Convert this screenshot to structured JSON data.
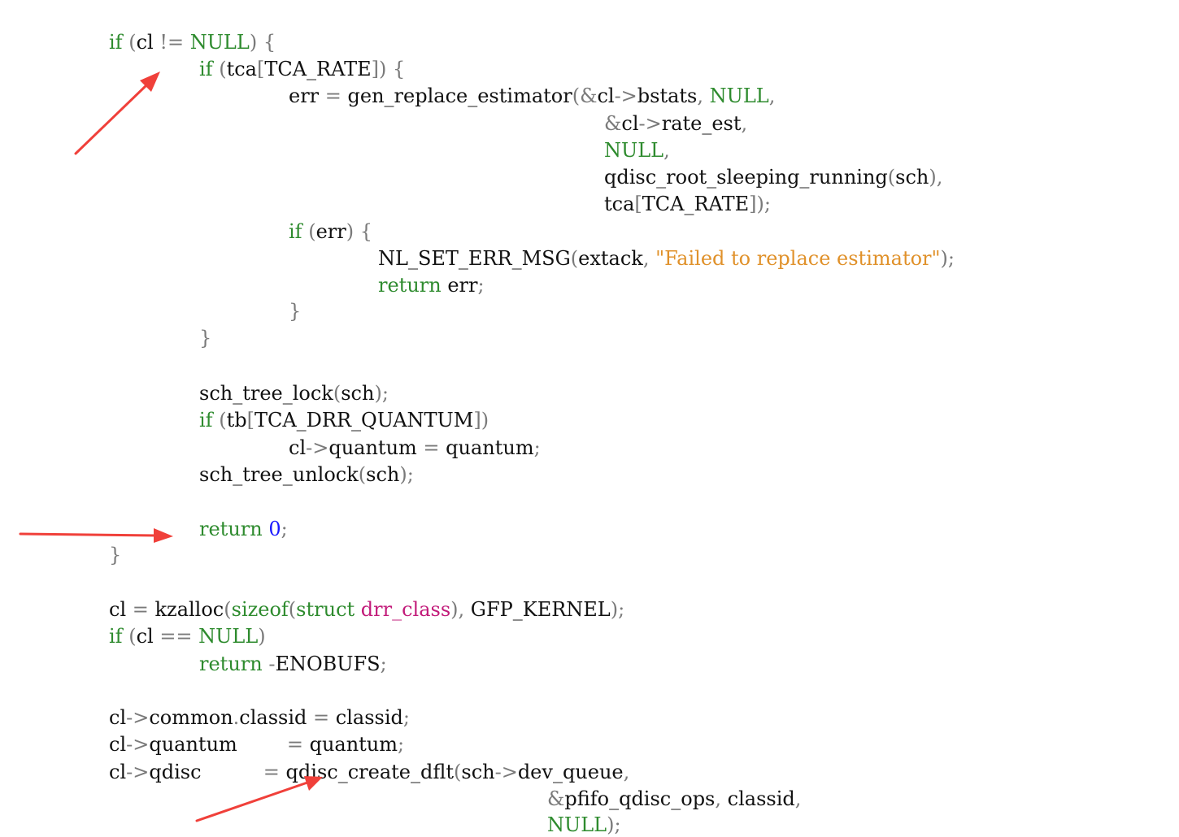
{
  "code_lines": [
    [
      [
        "kw",
        "if"
      ],
      [
        "pu",
        " ("
      ],
      [
        "tx",
        "cl"
      ],
      [
        "pu",
        " != "
      ],
      [
        "kw",
        "NULL"
      ],
      [
        "pu",
        ")"
      ],
      [
        "pu",
        " {"
      ]
    ],
    [
      [
        "kw",
        "if"
      ],
      [
        "pu",
        " ("
      ],
      [
        "tx",
        "tca"
      ],
      [
        "pu",
        "["
      ],
      [
        "tx",
        "TCA_RATE"
      ],
      [
        "pu",
        "])"
      ],
      [
        "pu",
        " {"
      ]
    ],
    [
      [
        "tx",
        "err"
      ],
      [
        "pu",
        " = "
      ],
      [
        "tx",
        "gen_replace_estimator"
      ],
      [
        "pu",
        "(&"
      ],
      [
        "tx",
        "cl"
      ],
      [
        "pu",
        "->"
      ],
      [
        "tx",
        "bstats"
      ],
      [
        "pu",
        ", "
      ],
      [
        "kw",
        "NULL"
      ],
      [
        "pu",
        ","
      ]
    ],
    [
      [
        "pu",
        "&"
      ],
      [
        "tx",
        "cl"
      ],
      [
        "pu",
        "->"
      ],
      [
        "tx",
        "rate_est"
      ],
      [
        "pu",
        ","
      ]
    ],
    [
      [
        "kw",
        "NULL"
      ],
      [
        "pu",
        ","
      ]
    ],
    [
      [
        "tx",
        "qdisc_root_sleeping_running"
      ],
      [
        "pu",
        "("
      ],
      [
        "tx",
        "sch"
      ],
      [
        "pu",
        "),"
      ]
    ],
    [
      [
        "tx",
        "tca"
      ],
      [
        "pu",
        "["
      ],
      [
        "tx",
        "TCA_RATE"
      ],
      [
        "pu",
        "]);"
      ]
    ],
    [
      [
        "kw",
        "if"
      ],
      [
        "pu",
        " ("
      ],
      [
        "tx",
        "err"
      ],
      [
        "pu",
        ")"
      ],
      [
        "pu",
        " {"
      ]
    ],
    [
      [
        "tx",
        "NL_SET_ERR_MSG"
      ],
      [
        "pu",
        "("
      ],
      [
        "tx",
        "extack"
      ],
      [
        "pu",
        ", "
      ],
      [
        "st",
        "\"Failed to replace estimator\""
      ],
      [
        "pu",
        ");"
      ]
    ],
    [
      [
        "kw",
        "return"
      ],
      [
        "tx",
        " err"
      ],
      [
        "pu",
        ";"
      ]
    ],
    [
      [
        "pu",
        "}"
      ]
    ],
    [
      [
        "pu",
        "}"
      ]
    ],
    [
      [
        "tx",
        "sch_tree_lock"
      ],
      [
        "pu",
        "("
      ],
      [
        "tx",
        "sch"
      ],
      [
        "pu",
        ");"
      ]
    ],
    [
      [
        "kw",
        "if"
      ],
      [
        "pu",
        " ("
      ],
      [
        "tx",
        "tb"
      ],
      [
        "pu",
        "["
      ],
      [
        "tx",
        "TCA_DRR_QUANTUM"
      ],
      [
        "pu",
        "])"
      ]
    ],
    [
      [
        "tx",
        "cl"
      ],
      [
        "pu",
        "->"
      ],
      [
        "tx",
        "quantum"
      ],
      [
        "pu",
        " = "
      ],
      [
        "tx",
        "quantum"
      ],
      [
        "pu",
        ";"
      ]
    ],
    [
      [
        "tx",
        "sch_tree_unlock"
      ],
      [
        "pu",
        "("
      ],
      [
        "tx",
        "sch"
      ],
      [
        "pu",
        ");"
      ]
    ],
    [
      [
        "kw",
        "return"
      ],
      [
        "pu",
        " "
      ],
      [
        "nm",
        "0"
      ],
      [
        "pu",
        ";"
      ]
    ],
    [
      [
        "pu",
        "}"
      ]
    ],
    [
      [
        "tx",
        "cl"
      ],
      [
        "pu",
        " = "
      ],
      [
        "tx",
        "kzalloc"
      ],
      [
        "pu",
        "("
      ],
      [
        "kw",
        "sizeof"
      ],
      [
        "pu",
        "("
      ],
      [
        "kw",
        "struct"
      ],
      [
        "pu",
        " "
      ],
      [
        "ty",
        "drr_class"
      ],
      [
        "pu",
        "), "
      ],
      [
        "tx",
        "GFP_KERNEL"
      ],
      [
        "pu",
        ");"
      ]
    ],
    [
      [
        "kw",
        "if"
      ],
      [
        "pu",
        " ("
      ],
      [
        "tx",
        "cl"
      ],
      [
        "pu",
        " == "
      ],
      [
        "kw",
        "NULL"
      ],
      [
        "pu",
        ")"
      ]
    ],
    [
      [
        "kw",
        "return"
      ],
      [
        "pu",
        " -"
      ],
      [
        "tx",
        "ENOBUFS"
      ],
      [
        "pu",
        ";"
      ]
    ],
    [
      [
        "tx",
        "cl"
      ],
      [
        "pu",
        "->"
      ],
      [
        "tx",
        "common"
      ],
      [
        "pu",
        "."
      ],
      [
        "tx",
        "classid"
      ],
      [
        "pu",
        " = "
      ],
      [
        "tx",
        "classid"
      ],
      [
        "pu",
        ";"
      ]
    ],
    [
      [
        "tx",
        "cl"
      ],
      [
        "pu",
        "->"
      ],
      [
        "tx",
        "quantum"
      ],
      [
        "pu",
        "        = "
      ],
      [
        "tx",
        "quantum"
      ],
      [
        "pu",
        ";"
      ]
    ],
    [
      [
        "tx",
        "cl"
      ],
      [
        "pu",
        "->"
      ],
      [
        "tx",
        "qdisc"
      ],
      [
        "pu",
        "          = "
      ],
      [
        "tx",
        "qdisc_create_dflt"
      ],
      [
        "pu",
        "("
      ],
      [
        "tx",
        "sch"
      ],
      [
        "pu",
        "->"
      ],
      [
        "tx",
        "dev_queue"
      ],
      [
        "pu",
        ","
      ]
    ],
    [
      [
        "pu",
        "&"
      ],
      [
        "tx",
        "pfifo_qdisc_ops"
      ],
      [
        "pu",
        ", "
      ],
      [
        "tx",
        "classid"
      ],
      [
        "pu",
        ","
      ]
    ],
    [
      [
        "kw",
        "NULL"
      ],
      [
        "pu",
        ");"
      ]
    ]
  ],
  "colors": {
    "keyword": "#2e8b2e",
    "text": "#111111",
    "punct": "#7a7a7a",
    "string": "#e0912a",
    "number": "#1a1aff",
    "type": "#c21b7a",
    "annotation_arrow": "#f0403a"
  }
}
